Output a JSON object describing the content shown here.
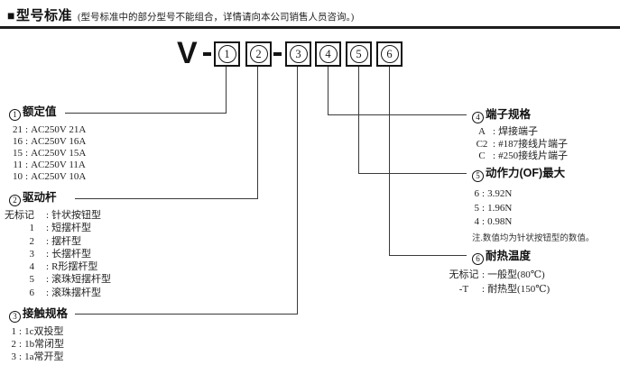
{
  "header": {
    "bullet": "■",
    "title": "型号标准",
    "note": "(型号标准中的部分型号不能组合，详情请向本公司销售人员咨询。)"
  },
  "model": {
    "prefix": "V",
    "digits": [
      "1",
      "2",
      "3",
      "4",
      "5",
      "6"
    ]
  },
  "punct": {
    "colon": ":"
  },
  "sections": [
    {
      "num": "1",
      "title": "额定值",
      "items": [
        {
          "code": "21",
          "label": "AC250V 21A"
        },
        {
          "code": "16",
          "label": "AC250V 16A"
        },
        {
          "code": "15",
          "label": "AC250V 15A"
        },
        {
          "code": "11",
          "label": "AC250V 11A"
        },
        {
          "code": "10",
          "label": "AC250V 10A"
        }
      ]
    },
    {
      "num": "2",
      "title": "驱动杆",
      "items": [
        {
          "code": "无标记",
          "label": "针状按钮型"
        },
        {
          "code": "1",
          "label": "短摆杆型"
        },
        {
          "code": "2",
          "label": "摆杆型"
        },
        {
          "code": "3",
          "label": "长摆杆型"
        },
        {
          "code": "4",
          "label": "R形摆杆型"
        },
        {
          "code": "5",
          "label": "滚珠短摆杆型"
        },
        {
          "code": "6",
          "label": "滚珠摆杆型"
        }
      ]
    },
    {
      "num": "3",
      "title": "接触规格",
      "items": [
        {
          "code": "1",
          "label": "1c双投型"
        },
        {
          "code": "2",
          "label": "1b常闭型"
        },
        {
          "code": "3",
          "label": "1a常开型"
        }
      ]
    },
    {
      "num": "4",
      "title": "端子规格",
      "items": [
        {
          "code": "A",
          "label": "焊接端子"
        },
        {
          "code": "C2",
          "label": "#187接线片端子"
        },
        {
          "code": "C",
          "label": "#250接线片端子"
        }
      ]
    },
    {
      "num": "5",
      "title": "动作力(OF)最大",
      "items": [
        {
          "code": "6",
          "label": "3.92N"
        },
        {
          "code": "5",
          "label": "1.96N"
        },
        {
          "code": "4",
          "label": "0.98N"
        }
      ],
      "note": "注.数值均为针状按钮型的数值。"
    },
    {
      "num": "6",
      "title": "耐热温度",
      "items": [
        {
          "code": "无标记",
          "label": "一般型(80℃)"
        },
        {
          "code": "-T",
          "label": "耐热型(150℃)"
        }
      ]
    }
  ]
}
